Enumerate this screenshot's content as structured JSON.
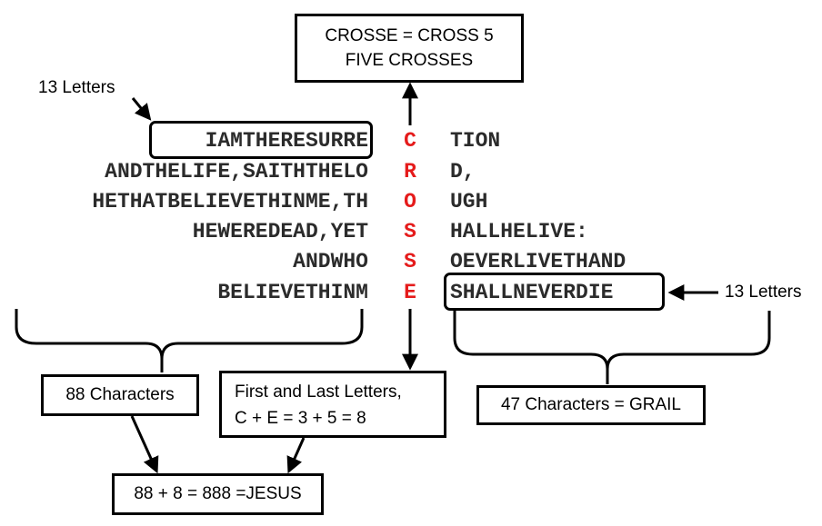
{
  "top_box": {
    "line1": "CROSSE = CROSS 5",
    "line2": "FIVE CROSSES"
  },
  "label_13_left": "13 Letters",
  "label_13_right": "13 Letters",
  "left_lines": [
    "IAMTHERESURRE",
    "ANDTHELIFE,SAITHTHELO",
    "HETHATBELIEVETHINME,TH",
    "HEWEREDEAD,YET",
    "ANDWHO",
    "BELIEVETHINM"
  ],
  "crosse_letters": [
    "C",
    "R",
    "O",
    "S",
    "S",
    "E"
  ],
  "right_lines": [
    "TION",
    "D,",
    "UGH",
    "HALLHELIVE:",
    "OEVERLIVETHAND",
    "SHALLNEVERDIE"
  ],
  "box_88": "88 Characters",
  "box_first_last": {
    "line1": "First and Last Letters,",
    "line2": "C + E = 3 + 5 = 8"
  },
  "box_47": "47 Characters = GRAIL",
  "box_888": "88 + 8 = 888 =JESUS",
  "colors": {
    "accent_red": "#e51b1b",
    "text": "#2b2b2b"
  }
}
